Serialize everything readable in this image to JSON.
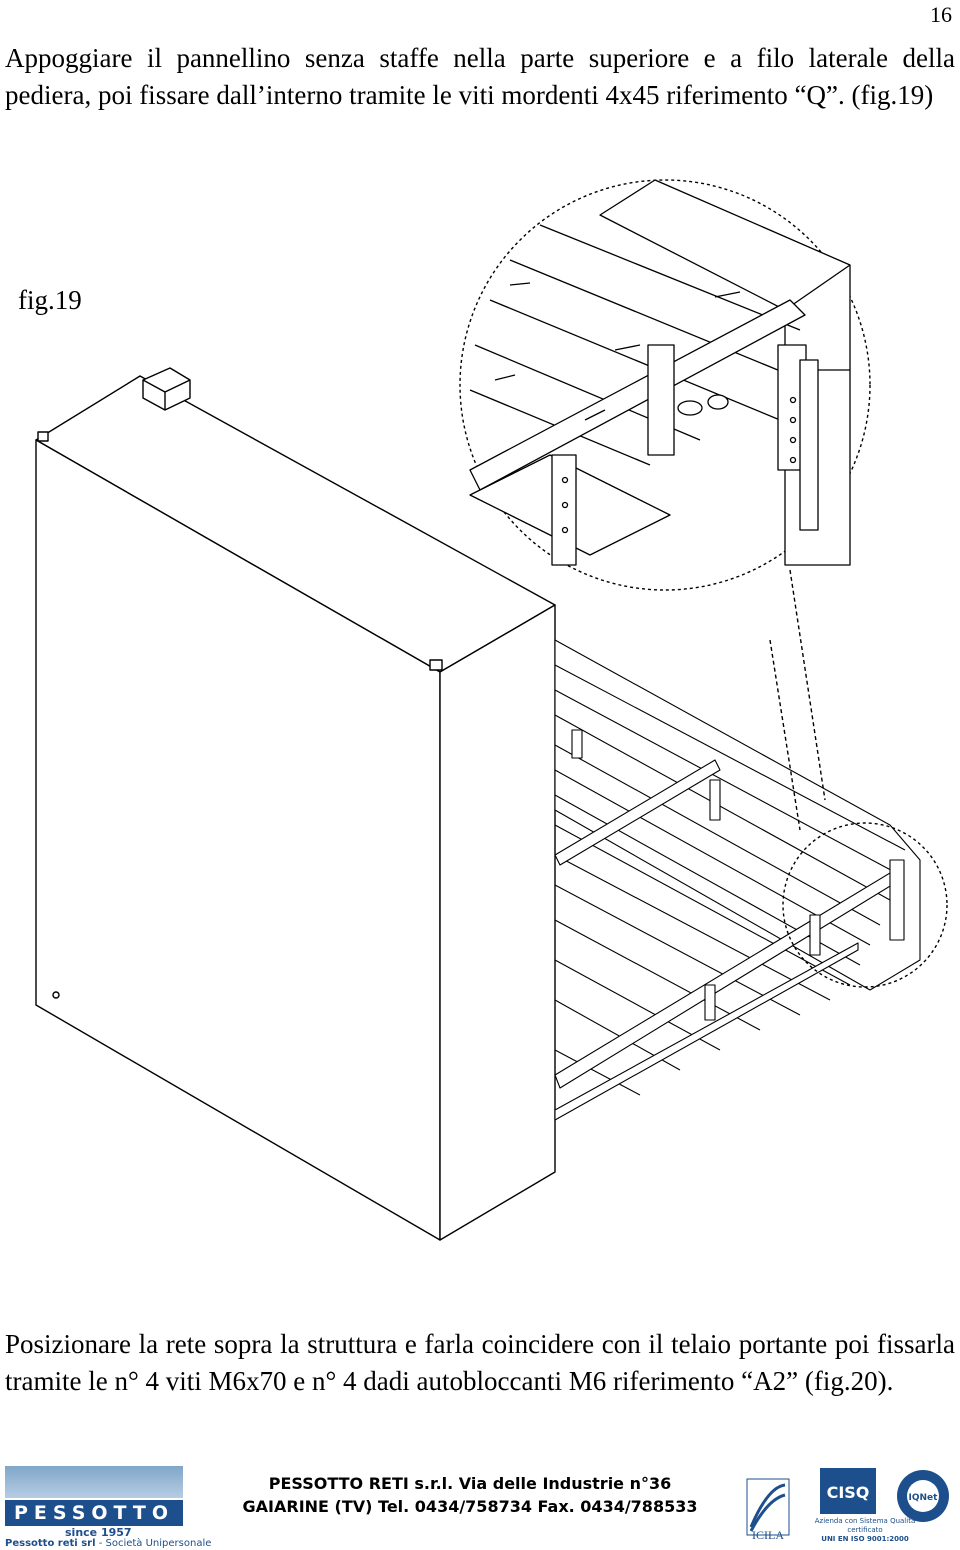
{
  "page": {
    "number": "16"
  },
  "instructions": {
    "step1": "Appoggiare il pannellino senza staffe nella parte superiore e a filo laterale della pediera, poi fissare dall’interno tramite le viti mordenti 4x45 riferimento “Q”. (fig.19)",
    "figure_label": "fig.19",
    "step2": "Posizionare la rete sopra la struttura e farla coincidere con il telaio portante poi fissarla tramite le n° 4 viti M6x70 e n° 4 dadi autobloccanti M6 riferimento “A2” (fig.20)."
  },
  "footer": {
    "logo_word": "PESSOTTO",
    "logo_since": "since 1957",
    "logo_company_bold": "Pessotto reti srl",
    "logo_company_rest": " - Società Unipersonale",
    "address_line1": "PESSOTTO RETI s.r.l. Via delle Industrie n°36",
    "address_line2": "GAIARINE (TV) Tel. 0434/758734 Fax. 0434/788533",
    "cert_icila": "ICILA",
    "cert_cisq": "CISQ",
    "cert_cisq_caption": "Azienda con Sistema Qualità certificato",
    "cert_iso": "UNI EN ISO 9001:2000",
    "cert_iqnet": "IQNet"
  }
}
